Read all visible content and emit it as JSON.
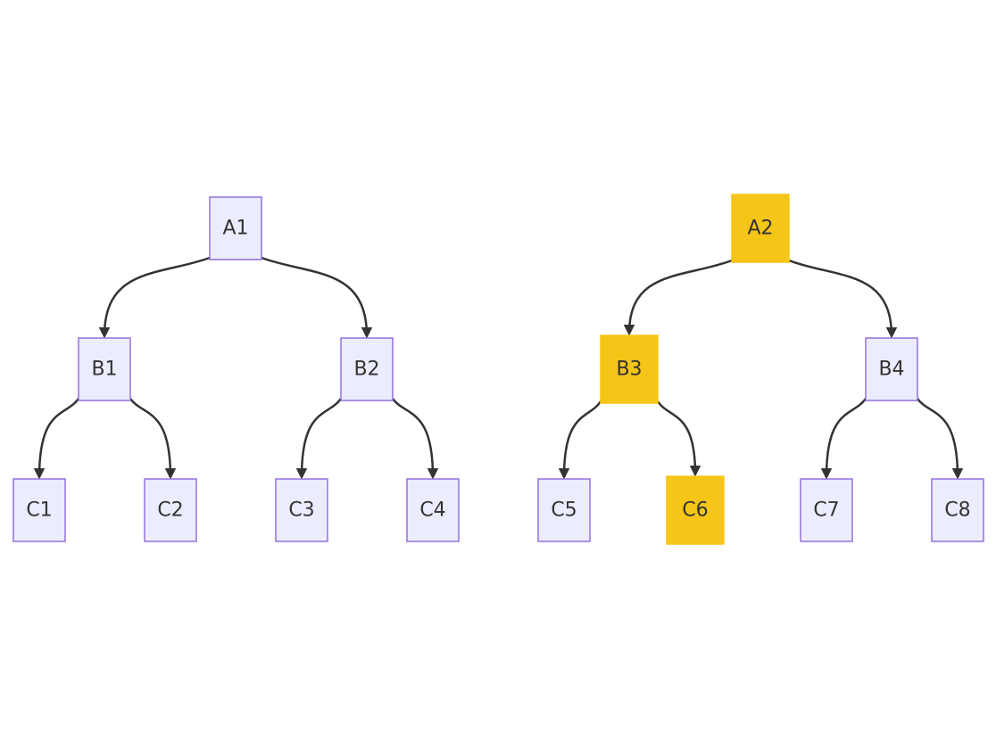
{
  "colors": {
    "default_fill": "#ECECFF",
    "default_stroke": "#9370DB",
    "highlight_fill": "#F5C518",
    "highlight_stroke": "#F5C518",
    "edge": "#333333",
    "text": "#333333"
  },
  "trees": [
    {
      "root": {
        "label": "A1",
        "highlighted": false
      },
      "children": [
        {
          "label": "B1",
          "highlighted": false,
          "children": [
            {
              "label": "C1",
              "highlighted": false
            },
            {
              "label": "C2",
              "highlighted": false
            }
          ]
        },
        {
          "label": "B2",
          "highlighted": false,
          "children": [
            {
              "label": "C3",
              "highlighted": false
            },
            {
              "label": "C4",
              "highlighted": false
            }
          ]
        }
      ]
    },
    {
      "root": {
        "label": "A2",
        "highlighted": true
      },
      "children": [
        {
          "label": "B3",
          "highlighted": true,
          "children": [
            {
              "label": "C5",
              "highlighted": false
            },
            {
              "label": "C6",
              "highlighted": true
            }
          ]
        },
        {
          "label": "B4",
          "highlighted": false,
          "children": [
            {
              "label": "C7",
              "highlighted": false
            },
            {
              "label": "C8",
              "highlighted": false
            }
          ]
        }
      ]
    }
  ]
}
